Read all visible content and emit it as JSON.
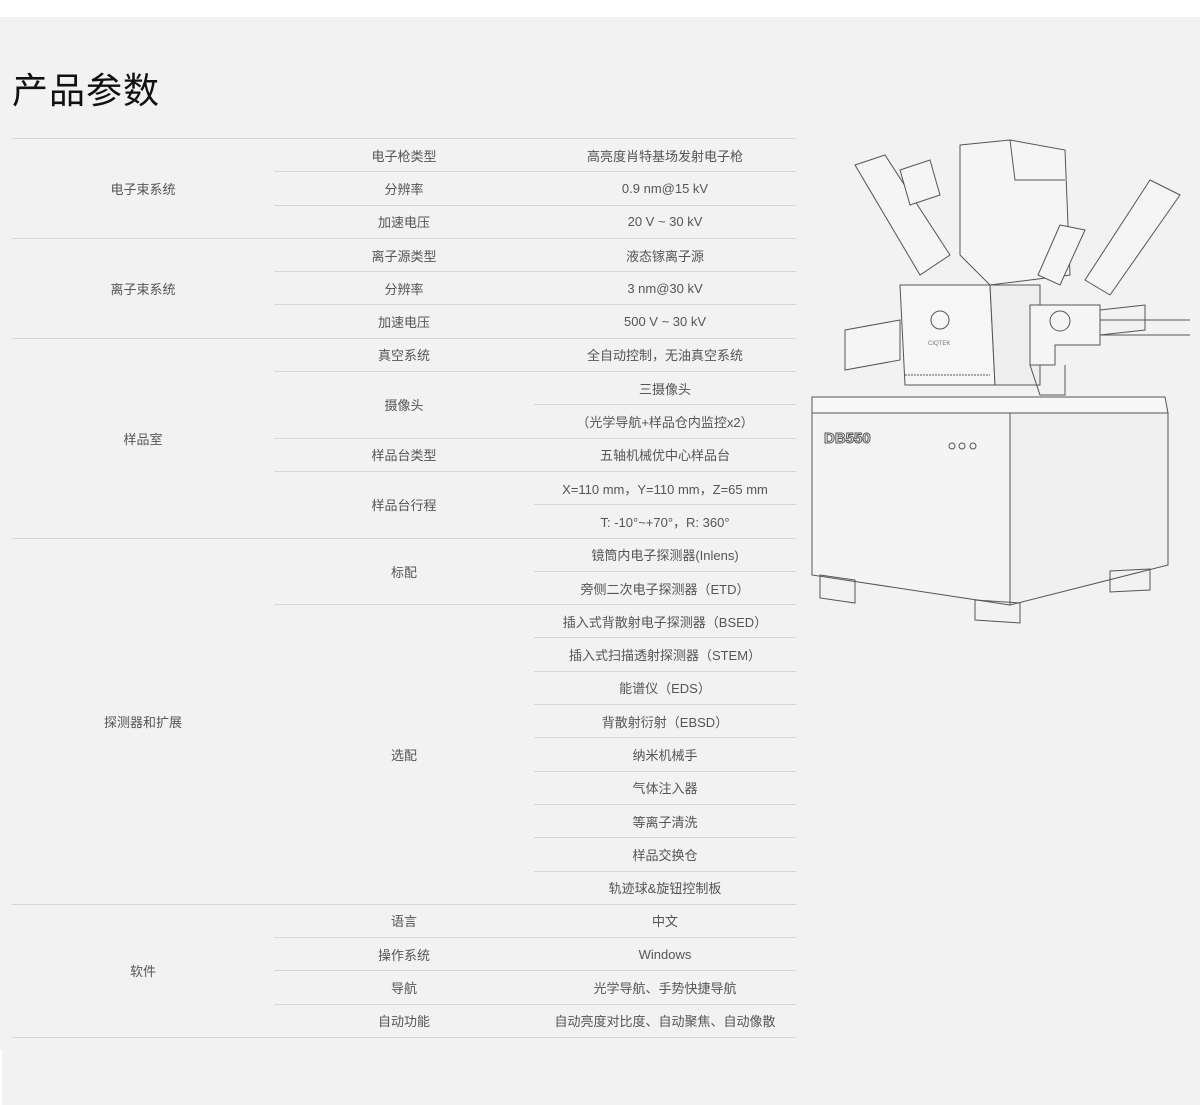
{
  "page_title": "产品参数",
  "product_image": {
    "model_label": "DB550",
    "brand": "CIQTEK"
  },
  "groups": [
    {
      "name": "电子束系统",
      "items": [
        {
          "name": "电子枪类型",
          "values": [
            "高亮度肖特基场发射电子枪"
          ]
        },
        {
          "name": "分辨率",
          "values": [
            "0.9 nm@15 kV"
          ]
        },
        {
          "name": "加速电压",
          "values": [
            "20 V ~ 30 kV"
          ]
        }
      ]
    },
    {
      "name": "离子束系统",
      "items": [
        {
          "name": "离子源类型",
          "values": [
            "液态镓离子源"
          ]
        },
        {
          "name": "分辨率",
          "values": [
            "3 nm@30 kV"
          ]
        },
        {
          "name": "加速电压",
          "values": [
            "500 V ~ 30 kV"
          ]
        }
      ]
    },
    {
      "name": "样品室",
      "items": [
        {
          "name": "真空系统",
          "values": [
            "全自动控制，无油真空系统"
          ]
        },
        {
          "name": "摄像头",
          "values": [
            "三摄像头",
            "（光学导航+样品仓内监控x2）"
          ]
        },
        {
          "name": "样品台类型",
          "values": [
            "五轴机械优中心样品台"
          ]
        },
        {
          "name": "样品台行程",
          "values": [
            "X=110 mm，Y=110 mm，Z=65 mm",
            "T: -10°~+70°，R: 360°"
          ]
        }
      ]
    },
    {
      "name": "探测器和扩展",
      "items": [
        {
          "name": "标配",
          "values": [
            "镜筒内电子探测器(Inlens)",
            "旁侧二次电子探测器（ETD）"
          ]
        },
        {
          "name": "选配",
          "values": [
            "插入式背散射电子探测器（BSED）",
            "插入式扫描透射探测器（STEM）",
            "能谱仪（EDS）",
            "背散射衍射（EBSD）",
            "纳米机械手",
            "气体注入器",
            "等离子清洗",
            "样品交换仓",
            "轨迹球&旋钮控制板"
          ]
        }
      ]
    },
    {
      "name": "软件",
      "items": [
        {
          "name": "语言",
          "values": [
            "中文"
          ]
        },
        {
          "name": "操作系统",
          "values": [
            "Windows"
          ]
        },
        {
          "name": "导航",
          "values": [
            "光学导航、手势快捷导航"
          ]
        },
        {
          "name": "自动功能",
          "values": [
            "自动亮度对比度、自动聚焦、自动像散"
          ]
        }
      ]
    }
  ]
}
